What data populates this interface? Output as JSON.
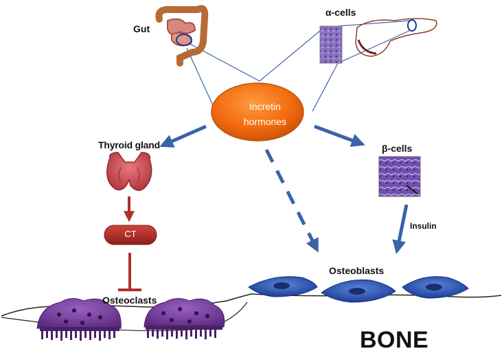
{
  "labels": {
    "gut": "Gut",
    "alpha_cells": "α-cells",
    "incretin_line1": "Incretin",
    "incretin_line2": "hormones",
    "thyroid_gland": "Thyroid gland",
    "ct": "CT",
    "beta_cells": "β-cells",
    "insulin": "Insulin",
    "osteoblasts": "Osteoblasts",
    "osteoclasts": "Osteoclasts",
    "bone": "BONE"
  },
  "colors": {
    "incretin_fill": "#f26b10",
    "arrow_blue": "#3a63a8",
    "inhibit_red": "#b0302a",
    "osteoblast_blue": "#2f56b8",
    "osteoclast_purple": "#7b3c9c",
    "histology_purple": "#7e64b2"
  },
  "icons": {
    "gut": "intestine-icon",
    "pancreas": "pancreas-icon",
    "thyroid": "thyroid-gland-icon",
    "alpha_histology": "alpha-cell-histology-icon",
    "beta_histology": "beta-cell-histology-icon"
  }
}
